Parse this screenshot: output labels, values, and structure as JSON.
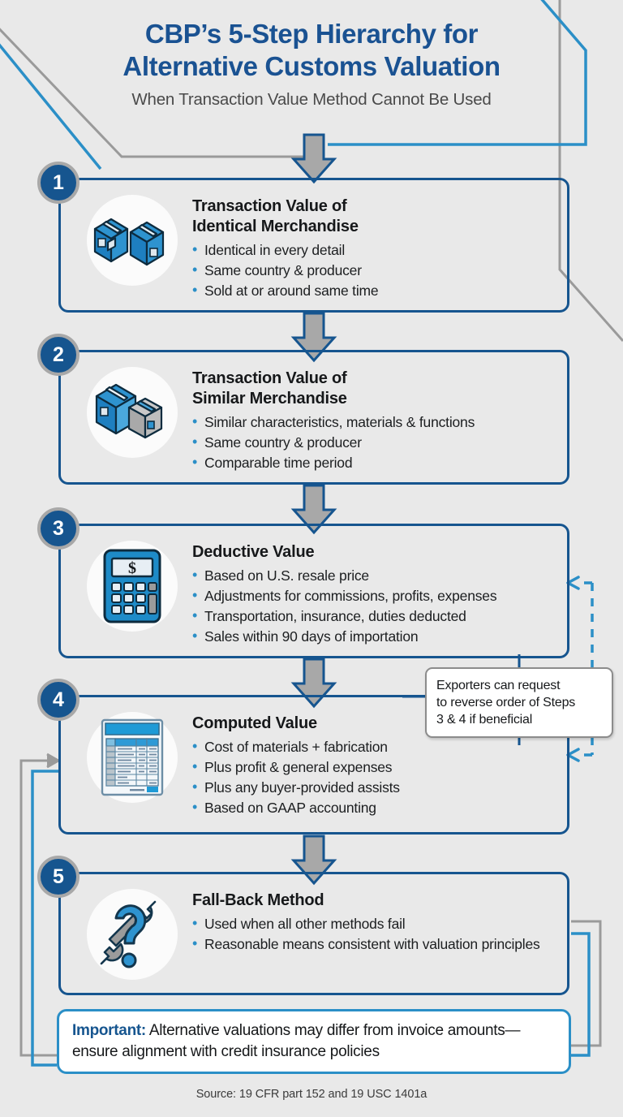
{
  "header": {
    "title_line1": "CBP’s 5-Step Hierarchy for",
    "title_line2": "Alternative Customs Valuation",
    "subtitle": "When Transaction Value Method Cannot Be Used"
  },
  "colors": {
    "brand_blue": "#16558f",
    "title_blue": "#1a5292",
    "accent_blue": "#2b8fc7",
    "gray": "#a8a8a8",
    "background": "#e9e9e9",
    "text_dark": "#16181a"
  },
  "steps": [
    {
      "number": "1",
      "title": "Transaction Value of\nIdentical Merchandise",
      "title_l1": "Transaction Value of",
      "title_l2": "Identical Merchandise",
      "icon": "two-blue-boxes-icon",
      "bullets": [
        "Identical in every detail",
        "Same country & producer",
        "Sold at or around same time"
      ]
    },
    {
      "number": "2",
      "title_l1": "Transaction Value of",
      "title_l2": "Similar Merchandise",
      "icon": "blue-and-gray-boxes-icon",
      "bullets": [
        "Similar characteristics, materials & functions",
        "Same country & producer",
        "Comparable time period"
      ]
    },
    {
      "number": "3",
      "title_l1": "Deductive Value",
      "title_l2": "",
      "icon": "calculator-icon",
      "bullets": [
        "Based on U.S. resale price",
        "Adjustments for commissions, profits, expenses",
        "Transportation, insurance, duties deducted",
        "Sales within 90 days of importation"
      ]
    },
    {
      "number": "4",
      "title_l1": "Computed Value",
      "title_l2": "",
      "icon": "invoice-spreadsheet-icon",
      "bullets": [
        "Cost of materials + fabrication",
        "Plus profit & general expenses",
        "Plus any buyer-provided assists",
        "Based on GAAP accounting"
      ]
    },
    {
      "number": "5",
      "title_l1": "Fall-Back Method",
      "title_l2": "",
      "icon": "question-mark-wrench-icon",
      "bullets": [
        "Used when all other methods fail",
        "Reasonable means consistent with valuation principles"
      ]
    }
  ],
  "callout": {
    "line1": "Exporters can request",
    "line2": "to reverse order of Steps",
    "line3": "3 & 4 if beneficial"
  },
  "important": {
    "label": "Important:",
    "text": " Alternative valuations may differ from invoice amounts—ensure alignment with credit insurance policies"
  },
  "source": "Source: 19 CFR part 152 and 19 USC 1401a"
}
